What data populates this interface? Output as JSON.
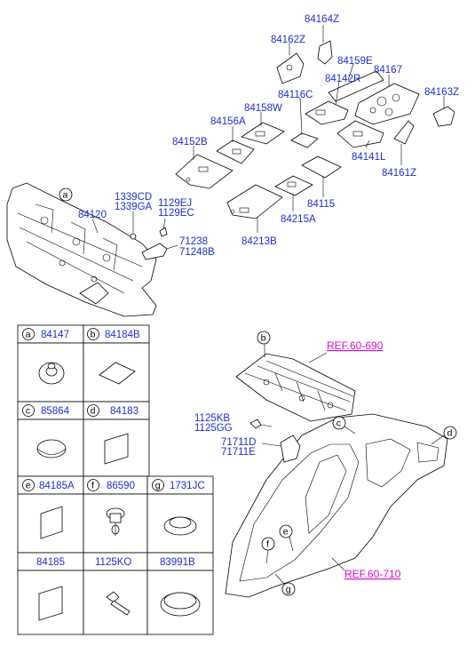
{
  "colors": {
    "part_number": "#1a2fd6",
    "reference": "#d40fd0",
    "line": "#000000"
  },
  "upper": {
    "parts": {
      "p84164Z": "84164Z",
      "p84162Z": "84162Z",
      "p84159E": "84159E",
      "p84167": "84167",
      "p84142R": "84142R",
      "p84116C": "84116C",
      "p84163Z": "84163Z",
      "p84158W": "84158W",
      "p84156A": "84156A",
      "p84152B": "84152B",
      "p84141L": "84141L",
      "p84161Z": "84161Z",
      "p84115": "84115",
      "p84215A": "84215A",
      "p84213B": "84213B",
      "p84120": "84120",
      "p1339CD": "1339CD",
      "p1339GA": "1339GA",
      "p1129EJ": "1129EJ",
      "p1129EC": "1129EC",
      "p71238": "71238",
      "p71248B": "71248B"
    },
    "callout_a": "a"
  },
  "table": {
    "rows": [
      [
        {
          "letter": "a",
          "part": "84147"
        },
        {
          "letter": "b",
          "part": "84184B"
        }
      ],
      [
        {
          "letter": "c",
          "part": "85864"
        },
        {
          "letter": "d",
          "part": "84183"
        }
      ],
      [
        {
          "letter": "e",
          "part": "84185A"
        },
        {
          "letter": "f",
          "part": "86590"
        },
        {
          "letter": "g",
          "part": "1731JC"
        }
      ],
      [
        {
          "letter": "",
          "part": "84185"
        },
        {
          "letter": "",
          "part": "1125KO"
        },
        {
          "letter": "",
          "part": "83991B"
        }
      ]
    ]
  },
  "lower": {
    "ref_top": "REF.60-690",
    "ref_bottom": "REF.60-710",
    "p1125KB": "1125KB",
    "p1125GG": "1125GG",
    "p71711D": "71711D",
    "p71711E": "71711E",
    "callouts": {
      "b": "b",
      "c": "c",
      "d": "d",
      "e": "e",
      "f": "f",
      "g": "g"
    }
  }
}
